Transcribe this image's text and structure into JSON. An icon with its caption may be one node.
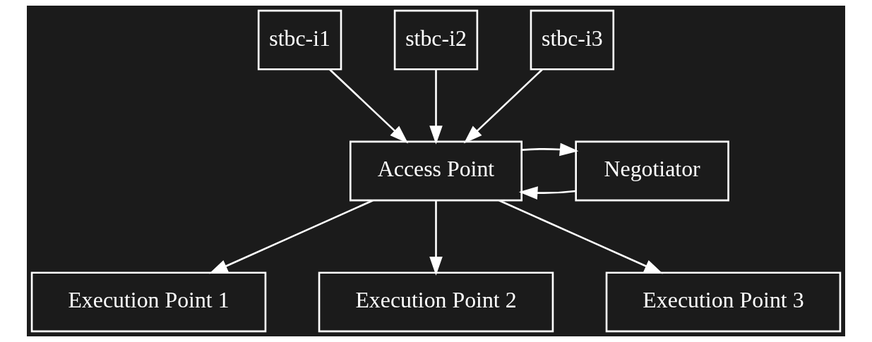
{
  "diagram": {
    "nodes": [
      {
        "text": [
          "stbc-i1"
        ]
      },
      {
        "text": [
          "stbc-i2"
        ]
      },
      {
        "text": [
          "stbc-i3"
        ]
      },
      {
        "text": [
          "Access Point"
        ]
      },
      {
        "text": [
          "Negotiator"
        ]
      },
      {
        "text": [
          "Execution Point 1"
        ]
      },
      {
        "text": [
          "Execution Point 2"
        ]
      },
      {
        "text": [
          "Execution Point 3"
        ]
      }
    ],
    "edges": [
      {
        "from": 0,
        "to": 3,
        "arrow": "to"
      },
      {
        "from": 1,
        "to": 3,
        "arrow": "to"
      },
      {
        "from": 2,
        "to": 3,
        "arrow": "to"
      },
      {
        "from": 4,
        "to": 3,
        "arrow": "to"
      },
      {
        "from": 3,
        "to": 4,
        "arrow": "to"
      },
      {
        "from": 3,
        "to": 5,
        "arrow": "to"
      },
      {
        "from": 3,
        "to": 6,
        "arrow": "to"
      },
      {
        "from": 3,
        "to": 7,
        "arrow": "to"
      }
    ]
  }
}
